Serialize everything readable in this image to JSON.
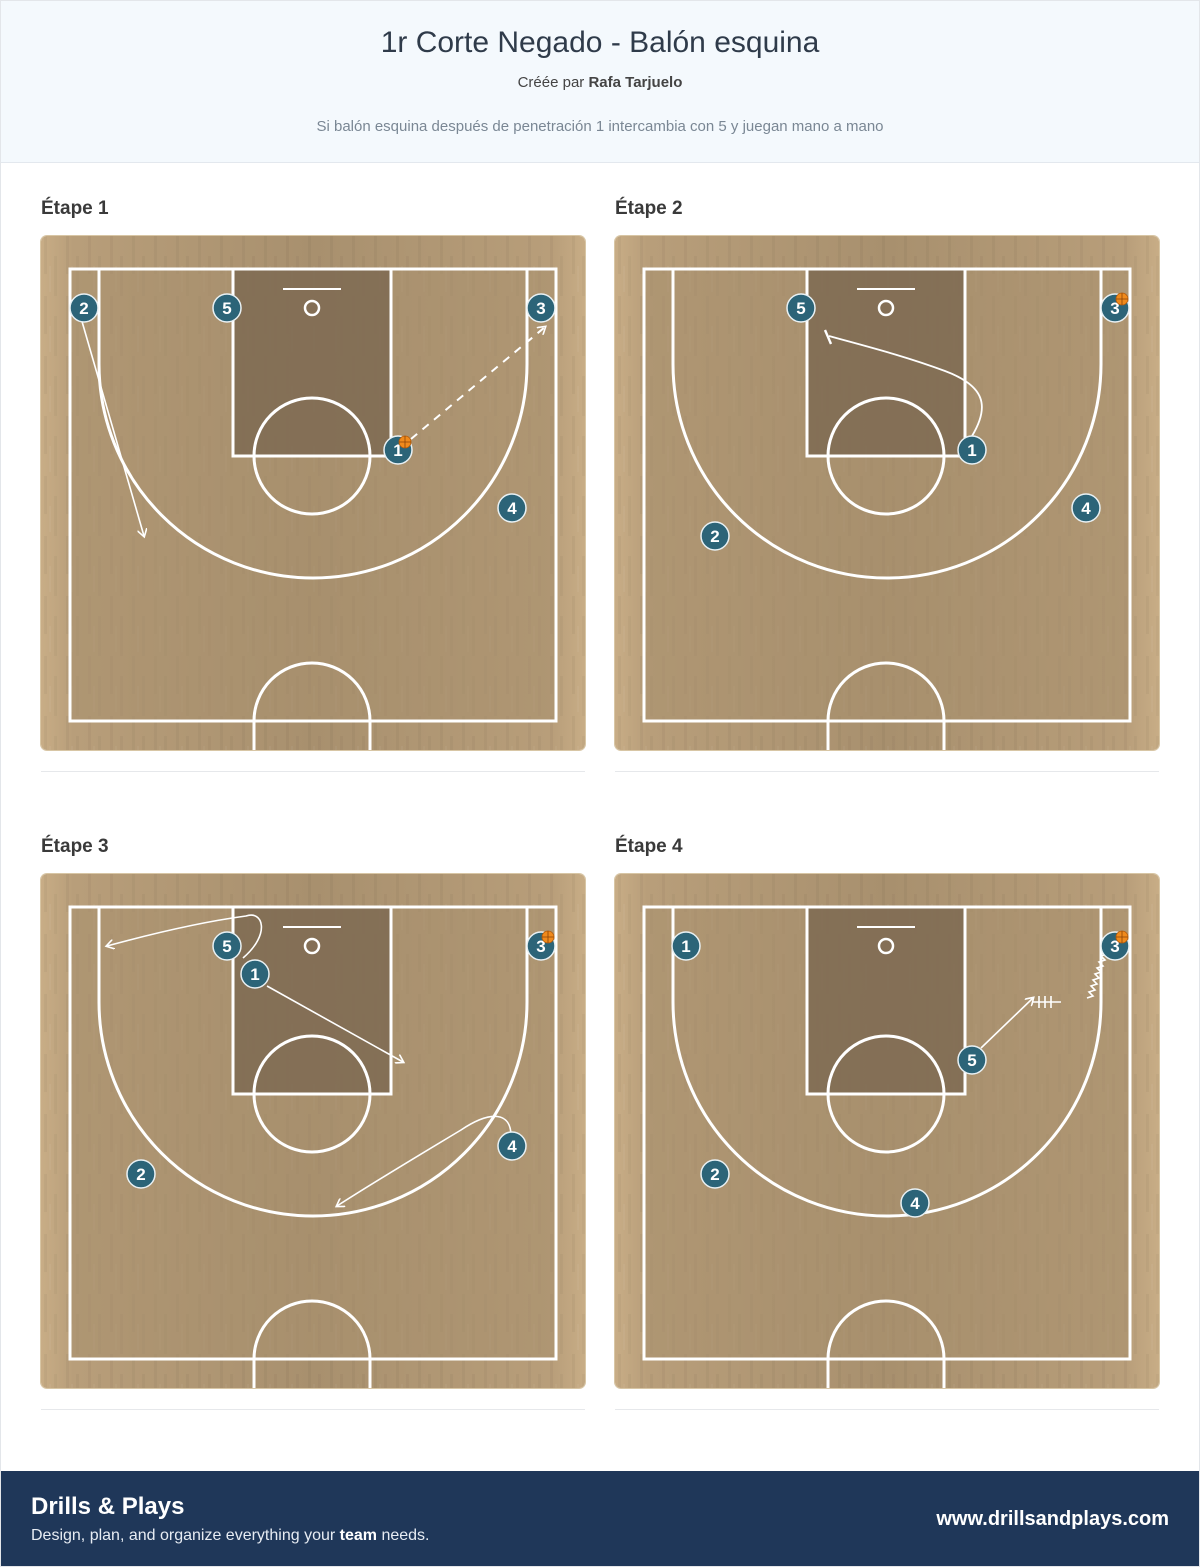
{
  "header": {
    "title": "1r Corte Negado - Balón esquina",
    "created_by_prefix": "Créée par",
    "author": "Rafa Tarjuelo",
    "description": "Si balón esquina después de penetración 1 intercambia con 5 y juegan mano a mano"
  },
  "steps": [
    {
      "label": "Étape 1"
    },
    {
      "label": "Étape 2"
    },
    {
      "label": "Étape 3"
    },
    {
      "label": "Étape 4"
    }
  ],
  "footer": {
    "brand": "Drills & Plays",
    "tagline_before": "Design, plan, and organize everything your",
    "tagline_bold": "team",
    "tagline_after": "needs.",
    "website": "www.drillsandplays.com"
  },
  "colors": {
    "player_token": "#2c6478",
    "court_wood": "#a8906e",
    "paint": "#7e6a52",
    "footer_bg": "#1f3759"
  }
}
